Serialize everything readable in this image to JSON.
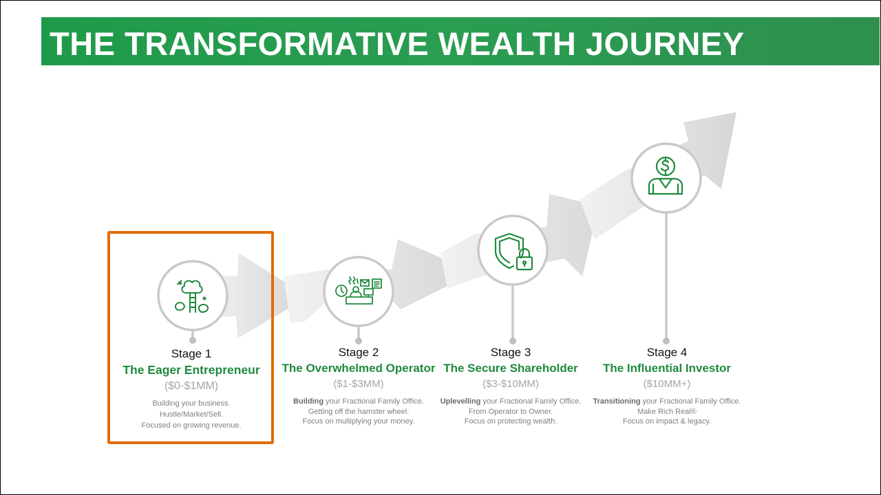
{
  "title": "THE TRANSFORMATIVE WEALTH JOURNEY",
  "colors": {
    "banner_green": "#229b4c",
    "accent_green": "#1f8a3e",
    "highlight_orange": "#e36c0a",
    "arrow_gray": "#d9d9d9"
  },
  "stages": [
    {
      "label": "Stage 1",
      "name": "The Eager Entrepreneur",
      "range": "($0-$1MM)",
      "icon": "tree-ladder-icon",
      "lead": "",
      "line1": "Building your business.",
      "line2": "Hustle/Market/Sell.",
      "line3": "Focused on growing revenue.",
      "highlighted": true
    },
    {
      "label": "Stage 2",
      "name": "The Overwhelmed Operator",
      "range": "($1-$3MM)",
      "icon": "busy-desk-icon",
      "lead": "Building",
      "line1": " your Fractional Family Office.",
      "line2": "Getting off the hamster wheel.",
      "line3": "Focus on multiplying your money.",
      "highlighted": false
    },
    {
      "label": "Stage 3",
      "name": "The Secure Shareholder",
      "range": "($3-$10MM)",
      "icon": "shield-lock-icon",
      "lead": "Uplevelling",
      "line1": " your Fractional Family Office.",
      "line2": "From Operator to Owner.",
      "line3": "Focus on protecting wealth.",
      "highlighted": false
    },
    {
      "label": "Stage 4",
      "name": "The Influential Investor",
      "range": "($10MM+)",
      "icon": "dollar-person-icon",
      "lead": "Transitioning",
      "line1": " your Fractional Family Office.",
      "line2": "Make Rich Real®",
      "line3": "Focus on impact & legacy.",
      "highlighted": false
    }
  ]
}
